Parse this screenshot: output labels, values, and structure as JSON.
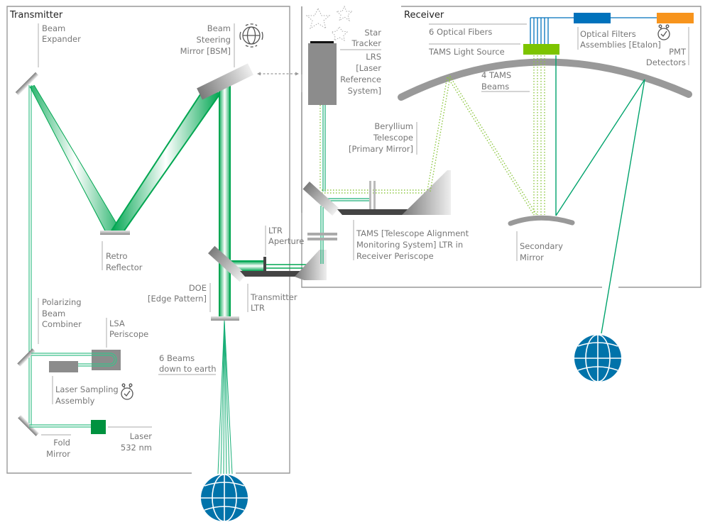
{
  "title": "Laser altimeter optical system diagram",
  "colors": {
    "beam_green": "#00a651",
    "tams_dots": "#8cc63f",
    "fiber_blue": "#0072bc",
    "etalon_blue": "#0072bc",
    "pmt_orange": "#f7941d",
    "light_source_green": "#7dc400",
    "laser_green": "#00923f",
    "earth_blue": "#0073aa",
    "mirror_gray": "#999999",
    "frame_gray": "#999999",
    "label_gray": "#777777"
  },
  "sections": {
    "transmitter": "Transmitter",
    "receiver": "Receiver"
  },
  "labels": {
    "beam_expander": [
      "Beam",
      "Expander"
    ],
    "beam_steering": [
      "Beam",
      "Steering",
      "Mirror [BSM]"
    ],
    "retro_reflector": [
      "Retro",
      "Reflector"
    ],
    "polarizing": [
      "Polarizing",
      "Beam",
      "Combiner"
    ],
    "lsa_periscope": [
      "LSA",
      "Periscope"
    ],
    "laser_sampling": [
      "Laser Sampling",
      "Assembly"
    ],
    "fold_mirror": [
      "Fold",
      "Mirror"
    ],
    "laser": [
      "Laser",
      "532 nm"
    ],
    "doe": [
      "DOE",
      "[Edge Pattern]"
    ],
    "transmitter_ltr": [
      "Transmitter",
      "LTR"
    ],
    "ltr_aperture": [
      "LTR",
      "Aperture"
    ],
    "six_beams": [
      "6 Beams",
      "down to earth"
    ],
    "star_tracker": [
      "Star",
      "Tracker"
    ],
    "lrs": [
      "LRS",
      "[Laser",
      "Reference",
      "System]"
    ],
    "beryllium": [
      "Beryllium",
      "Telescope",
      "[Primary Mirror]"
    ],
    "tams_ltr": [
      "TAMS [Telescope Alignment",
      "Monitoring System] LTR in",
      "Receiver Periscope"
    ],
    "optical_fibers": "6 Optical Fibers",
    "tams_light_source": "TAMS Light Source",
    "tams_beams": [
      "4 TAMS",
      "Beams"
    ],
    "optical_filters": [
      "Optical Filters",
      "Assemblies [Etalon]"
    ],
    "pmt": [
      "PMT",
      "Detectors"
    ],
    "secondary_mirror": [
      "Secondary",
      "Mirror"
    ]
  },
  "icons": {
    "bsm": "gimbal-globe-icon",
    "timer_lsa": "stopwatch-icon",
    "timer_pmt": "stopwatch-icon",
    "earth": "earth-globe-icon",
    "stars": "star-icon"
  }
}
